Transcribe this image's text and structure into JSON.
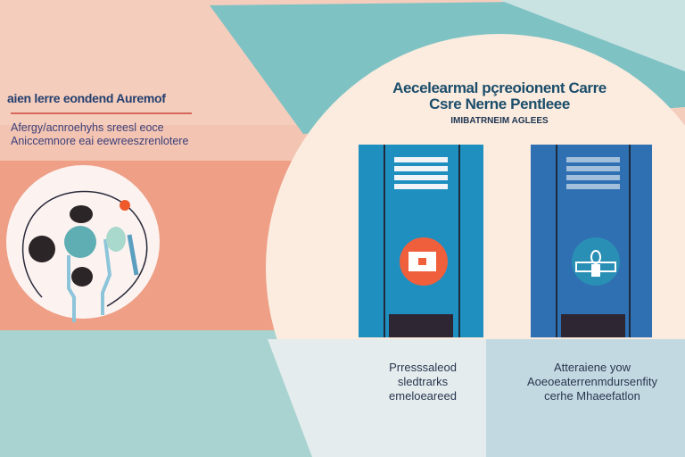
{
  "left_panel": {
    "title": "aien lerre eondend Auremof",
    "subtitle_lines": [
      "Afergy/acnroehyhs sreesl eoce",
      "Aniccemnore eai eewreeszrenlotere"
    ],
    "icon": "medical-diagram-icon"
  },
  "center": {
    "title_lines": [
      "Aecelearmal pçreoionent Carre",
      "Csre Nerne Pentleee"
    ],
    "subtitle": "IMIBATRNEIM AGLEES"
  },
  "cards": [
    {
      "icon": "record-stop-icon",
      "color": "#1f8fc0",
      "badge_color": "#ef5f3c",
      "caption_lines": [
        "Prresssaleod",
        "sledtrarks",
        "emeloeareed"
      ]
    },
    {
      "icon": "building-emblem-icon",
      "color": "#2f70b3",
      "badge_color": "#2a8fb5",
      "caption_lines": [
        "Atteraiene yow",
        "Aoeoeaterrenmdursenfity",
        "cerhe Mhaeefatlon"
      ]
    }
  ]
}
